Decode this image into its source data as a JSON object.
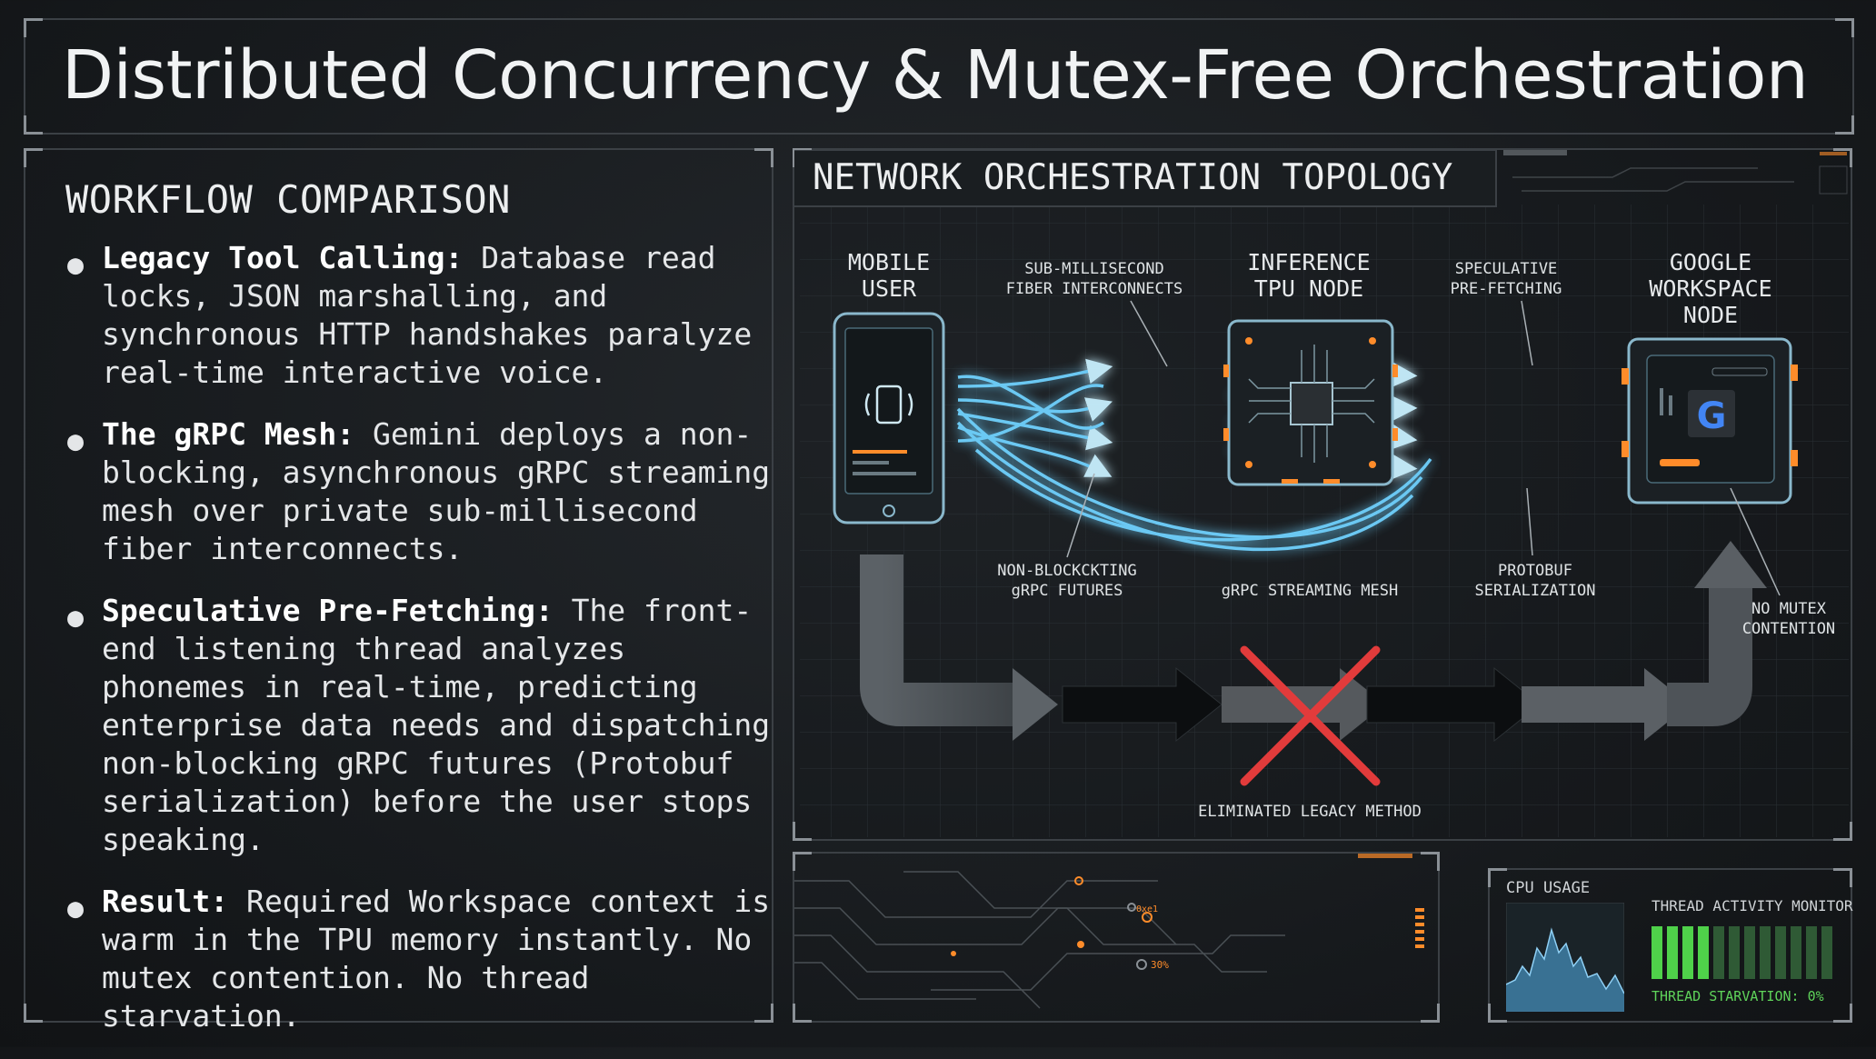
{
  "title": "Distributed Concurrency & Mutex-Free Orchestration",
  "workflow": {
    "heading": "WORKFLOW COMPARISON",
    "items": [
      {
        "label": "Legacy Tool Calling:",
        "text": " Database read locks, JSON marshalling, and synchronous HTTP handshakes paralyze real-time interactive voice."
      },
      {
        "label": "The gRPC Mesh:",
        "text": " Gemini deploys a non-blocking, asynchronous gRPC streaming mesh over private sub-millisecond fiber interconnects."
      },
      {
        "label": "Speculative Pre-Fetching:",
        "text": " The front-end listening thread analyzes phonemes in real-time, predicting enterprise data needs and dispatching non-blocking gRPC futures (Protobuf serialization) before the user stops speaking."
      },
      {
        "label": "Result:",
        "text": " Required Workspace context is warm in the TPU memory instantly. No mutex contention. No thread starvation."
      }
    ]
  },
  "topology": {
    "heading": "NETWORK ORCHESTRATION TOPOLOGY",
    "nodes": {
      "mobile": [
        "MOBILE",
        "USER"
      ],
      "tpu": [
        "INFERENCE",
        "TPU NODE"
      ],
      "workspace": [
        "GOOGLE",
        "WORKSPACE",
        "NODE"
      ]
    },
    "annotations": {
      "fiber": [
        "SUB-MILLISECOND",
        "FIBER INTERCONNECTS"
      ],
      "prefetch": [
        "SPECULATIVE",
        "PRE-FETCHING"
      ],
      "futures": [
        "NON-BLOCKCKTING",
        "gRPC FUTURES"
      ],
      "mesh": "gRPC STREAMING MESH",
      "protobuf": [
        "PROTOBUF",
        "SERIALIZATION"
      ],
      "mutex": [
        "NO MUTEX",
        "CONTENTION"
      ],
      "legacy": "ELIMINATED LEGACY METHOD"
    },
    "google_letter": "G"
  },
  "monitor": {
    "cpu_label": "CPU USAGE",
    "thread_label": "THREAD ACTIVITY MONITOR",
    "thread_starvation": "THREAD STARVATION: 0%",
    "active_bars": 4,
    "total_bars": 12
  },
  "circuit": {
    "label_1": "0xe1",
    "label_2": "30%"
  },
  "colors": {
    "accent_blue": "#6fd2ff",
    "accent_orange": "#ff8c2a",
    "cross_red": "#e23b3b",
    "thread_green": "#4fd14a"
  }
}
